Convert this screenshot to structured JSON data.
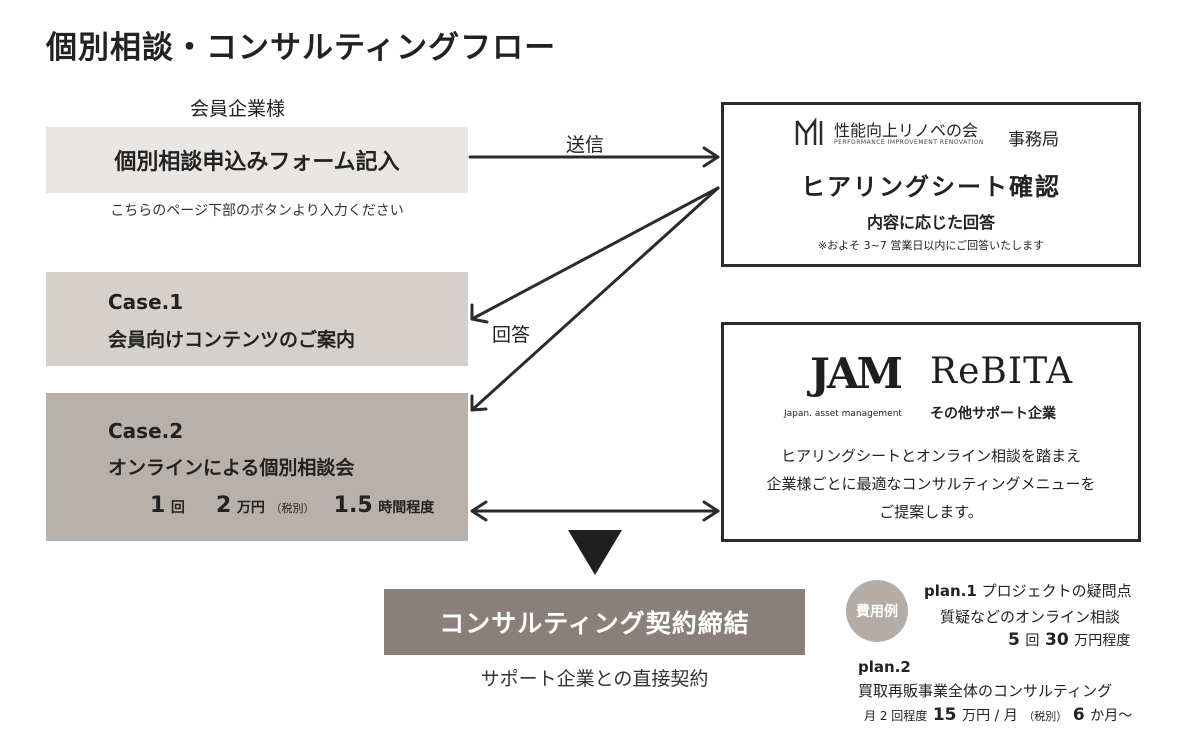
{
  "page": {
    "title": "個別相談・コンサルティングフロー"
  },
  "member": {
    "heading": "会員企業様",
    "form_label": "個別相談申込みフォーム記入",
    "form_note": "こちらのページ下部のボタンより入力ください"
  },
  "arrows": {
    "send_label": "送信",
    "reply_label": "回答"
  },
  "office": {
    "org_name": "性能向上リノベの会",
    "org_subtitle": "PERFORMANCE IMPROVEMENT RENOVATION",
    "office_label": "事務局",
    "heading": "ヒアリングシート確認",
    "reply": "内容に応じた回答",
    "note": "※およそ 3~7 営業日以内にご回答いたします"
  },
  "case1": {
    "title": "Case.1",
    "desc": "会員向けコンテンツのご案内"
  },
  "case2": {
    "title": "Case.2",
    "desc": "オンラインによる個別相談会",
    "count_num": "1",
    "count_unit": "回",
    "price_num": "2",
    "price_unit": "万円",
    "tax_note": "（税別）",
    "hours_num": "1.5",
    "hours_unit": "時間程度"
  },
  "support": {
    "jam_logo": "JAM",
    "jam_caption": "Japan. asset management",
    "rebita_logo": "ReBITA",
    "other_companies": "その他サポート企業",
    "line1": "ヒアリングシートとオンライン相談を踏まえ",
    "line2": "企業様ごとに最適なコンサルティングメニューを",
    "line3": "ご提案します。"
  },
  "contract": {
    "label": "コンサルティング契約締結",
    "sub": "サポート企業との直接契約"
  },
  "fees": {
    "badge": "費用例",
    "plan1_label": "plan.1",
    "plan1_line1": "プロジェクトの疑問点",
    "plan1_line2": "質疑などのオンライン相談",
    "plan1_count": "5",
    "plan1_count_unit": "回",
    "plan1_price": "30",
    "plan1_price_unit": "万円程度",
    "plan2_label": "plan.2",
    "plan2_line1": "買取再販事業全体のコンサルティング",
    "plan2_prefix": "月 2 回程度",
    "plan2_price": "15",
    "plan2_price_unit": "万円 / 月",
    "plan2_tax": "（税別）",
    "plan2_months": "6",
    "plan2_months_unit": "か月〜"
  },
  "colors": {
    "box_light": "#e9e6e3",
    "box_mid": "#d6d0cc",
    "box_dark": "#b8b0aa",
    "contract": "#8a8079",
    "badge": "#b5aca5",
    "line": "#2b2b2b"
  }
}
